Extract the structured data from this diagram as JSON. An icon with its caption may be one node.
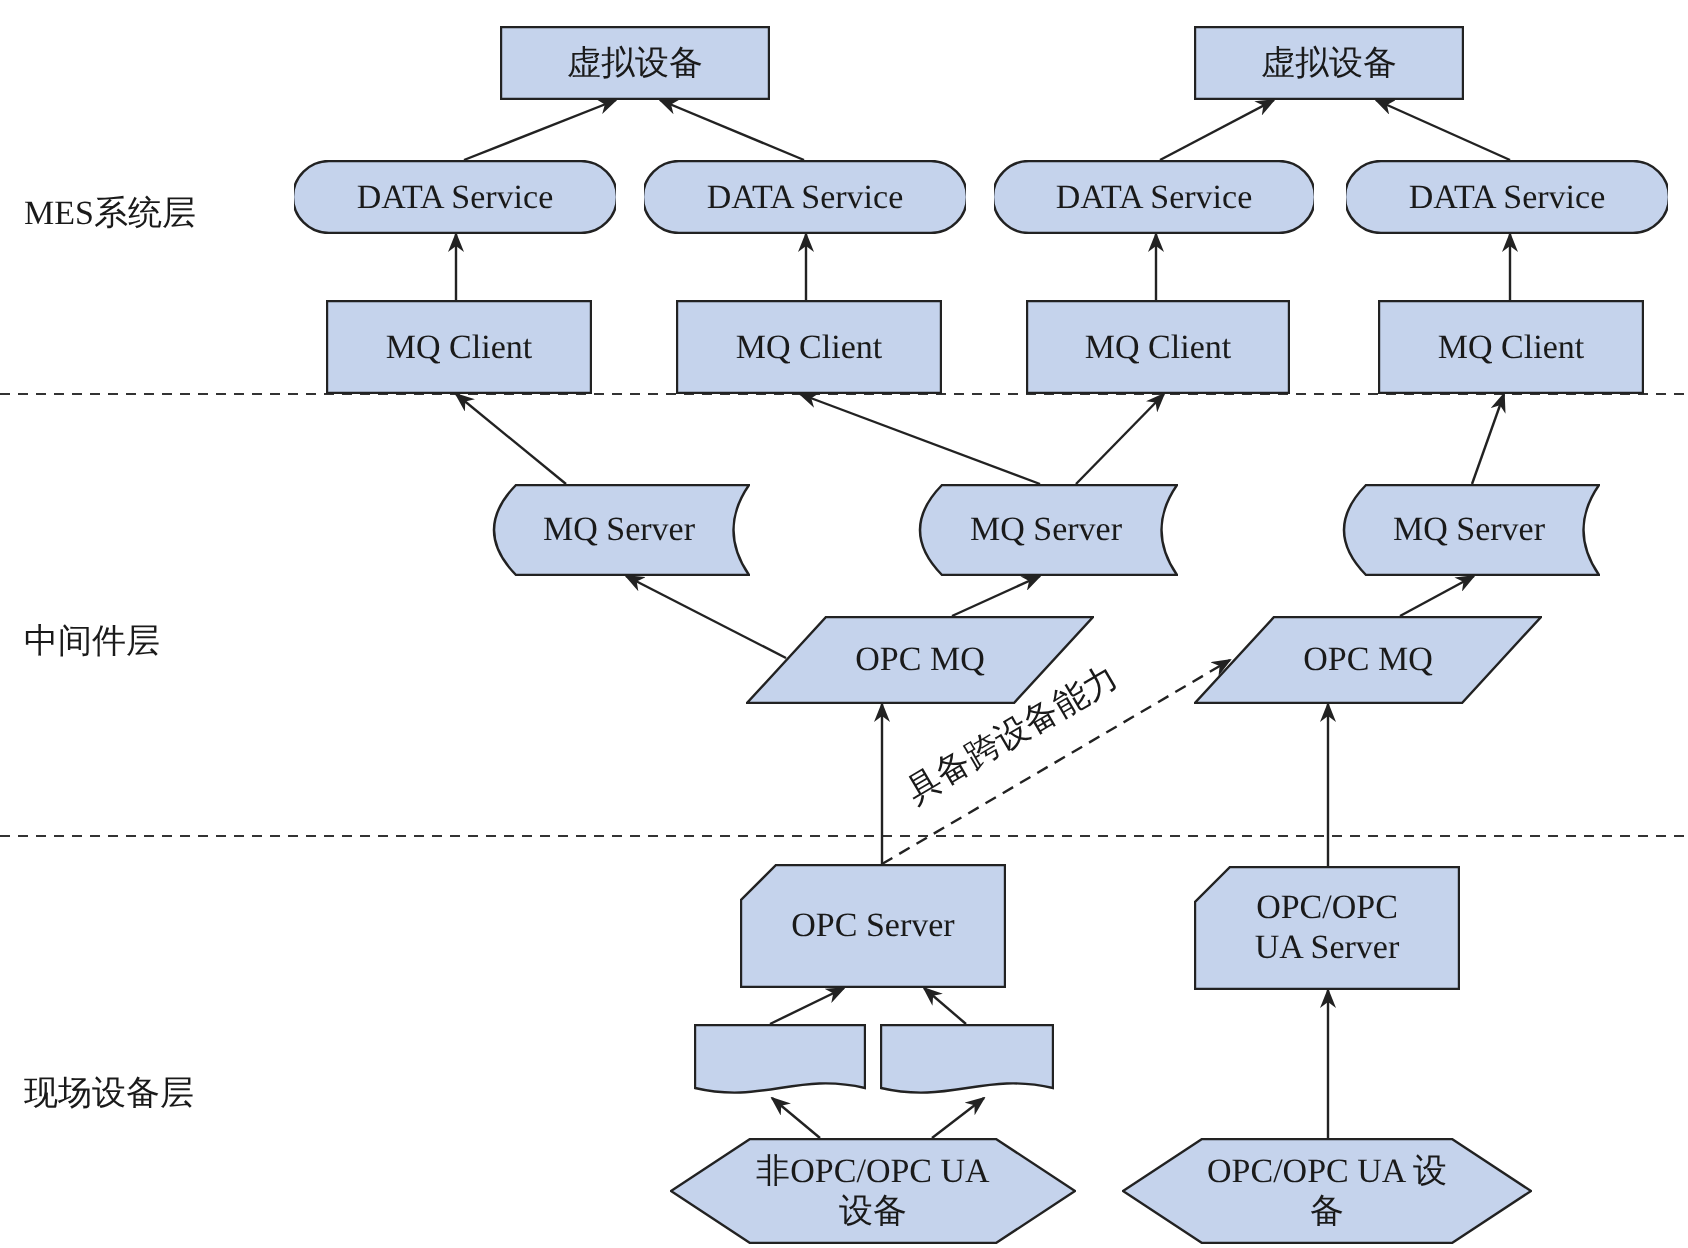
{
  "diagram": {
    "nodes": [
      {
        "text": [
          "虚拟设备"
        ]
      },
      {
        "text": [
          "虚拟设备"
        ]
      },
      {
        "text": [
          "DATA Service"
        ]
      },
      {
        "text": [
          "DATA Service"
        ]
      },
      {
        "text": [
          "DATA Service"
        ]
      },
      {
        "text": [
          "DATA Service"
        ]
      },
      {
        "text": [
          "MQ Client"
        ]
      },
      {
        "text": [
          "MQ Client"
        ]
      },
      {
        "text": [
          "MQ Client"
        ]
      },
      {
        "text": [
          "MQ Client"
        ]
      },
      {
        "text": [
          "MQ Server"
        ]
      },
      {
        "text": [
          "MQ Server"
        ]
      },
      {
        "text": [
          "MQ Server"
        ]
      },
      {
        "text": [
          "OPC MQ"
        ]
      },
      {
        "text": [
          "OPC MQ"
        ]
      },
      {
        "text": [
          "OPC Server"
        ]
      },
      {
        "text": [
          "OPC/OPC UA Server"
        ]
      },
      {
        "text": [],
        "shape": "document"
      },
      {
        "text": [],
        "shape": "document"
      },
      {
        "text": [
          "非OPC/OPC UA 设备"
        ]
      },
      {
        "text": [
          "OPC/OPC UA 设备"
        ]
      }
    ],
    "edges": [
      {
        "from": 2,
        "to": 0,
        "arrow": "to"
      },
      {
        "from": 3,
        "to": 0,
        "arrow": "to"
      },
      {
        "from": 4,
        "to": 1,
        "arrow": "to"
      },
      {
        "from": 5,
        "to": 1,
        "arrow": "to"
      },
      {
        "from": 6,
        "to": 2,
        "arrow": "to"
      },
      {
        "from": 7,
        "to": 3,
        "arrow": "to"
      },
      {
        "from": 8,
        "to": 4,
        "arrow": "to"
      },
      {
        "from": 9,
        "to": 5,
        "arrow": "to"
      },
      {
        "from": 10,
        "to": 6,
        "arrow": "to"
      },
      {
        "from": 11,
        "to": 7,
        "arrow": "to"
      },
      {
        "from": 11,
        "to": 8,
        "arrow": "to"
      },
      {
        "from": 12,
        "to": 9,
        "arrow": "to"
      },
      {
        "from": 13,
        "to": 10,
        "arrow": "to"
      },
      {
        "from": 13,
        "to": 11,
        "arrow": "to"
      },
      {
        "from": 14,
        "to": 12,
        "arrow": "to"
      },
      {
        "from": 15,
        "to": 13,
        "arrow": "to"
      },
      {
        "from": 15,
        "to": 14,
        "arrow": "to",
        "style": "dashed",
        "label": "具备跨设备能力"
      },
      {
        "from": 16,
        "to": 14,
        "arrow": "to"
      },
      {
        "from": 17,
        "to": 15,
        "arrow": "to"
      },
      {
        "from": 18,
        "to": 15,
        "arrow": "to"
      },
      {
        "from": 19,
        "to": 17,
        "arrow": "to"
      },
      {
        "from": 19,
        "to": 18,
        "arrow": "to"
      },
      {
        "from": 20,
        "to": 16,
        "arrow": "to"
      }
    ],
    "labels": [
      "MES系统层",
      "中间件层",
      "现场设备层"
    ]
  }
}
